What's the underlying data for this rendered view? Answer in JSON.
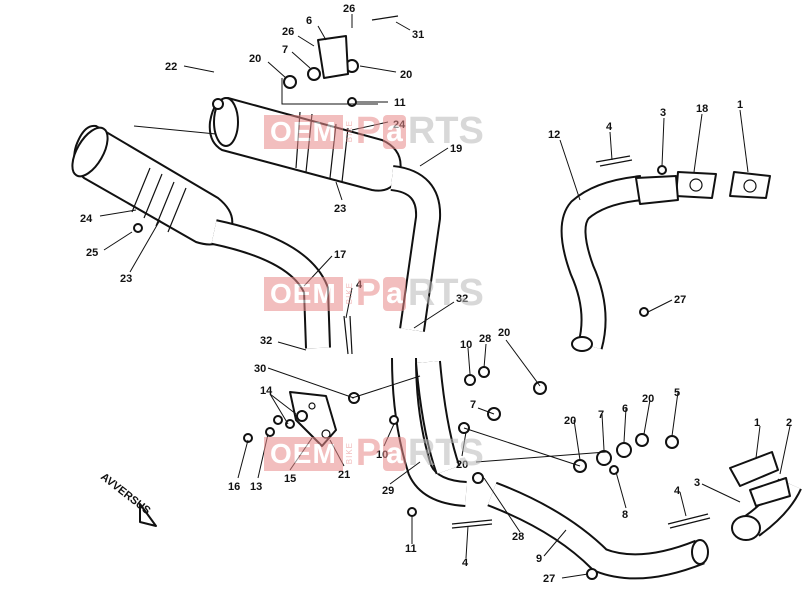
{
  "watermark": {
    "oem": "OEM",
    "bike": "BIKE",
    "p": "P",
    "a": "a",
    "rts": "RTS"
  },
  "direction_label": "AVVERSUS",
  "callouts": [
    {
      "id": "c1",
      "text": "6"
    },
    {
      "id": "c2",
      "text": "26"
    },
    {
      "id": "c3",
      "text": "26"
    },
    {
      "id": "c4",
      "text": "31"
    },
    {
      "id": "c5",
      "text": "20"
    },
    {
      "id": "c6",
      "text": "7"
    },
    {
      "id": "c7",
      "text": "20"
    },
    {
      "id": "c8",
      "text": "22"
    },
    {
      "id": "c9",
      "text": "11"
    },
    {
      "id": "c10",
      "text": "24"
    },
    {
      "id": "c11",
      "text": "19"
    },
    {
      "id": "c12",
      "text": "23"
    },
    {
      "id": "c13",
      "text": "24"
    },
    {
      "id": "c14",
      "text": "25"
    },
    {
      "id": "c15",
      "text": "23"
    },
    {
      "id": "c16",
      "text": "17"
    },
    {
      "id": "c17",
      "text": "4"
    },
    {
      "id": "c18",
      "text": "32"
    },
    {
      "id": "c19",
      "text": "32"
    },
    {
      "id": "c20",
      "text": "12"
    },
    {
      "id": "c21",
      "text": "4"
    },
    {
      "id": "c22",
      "text": "3"
    },
    {
      "id": "c23",
      "text": "18"
    },
    {
      "id": "c24",
      "text": "1"
    },
    {
      "id": "c25",
      "text": "27"
    },
    {
      "id": "c26",
      "text": "30"
    },
    {
      "id": "c27",
      "text": "14"
    },
    {
      "id": "c28",
      "text": "10"
    },
    {
      "id": "c29",
      "text": "28"
    },
    {
      "id": "c30",
      "text": "20"
    },
    {
      "id": "c31",
      "text": "7"
    },
    {
      "id": "c32",
      "text": "10"
    },
    {
      "id": "c33",
      "text": "20"
    },
    {
      "id": "c34",
      "text": "16"
    },
    {
      "id": "c35",
      "text": "13"
    },
    {
      "id": "c36",
      "text": "15"
    },
    {
      "id": "c37",
      "text": "21"
    },
    {
      "id": "c38",
      "text": "29"
    },
    {
      "id": "c39",
      "text": "20"
    },
    {
      "id": "c40",
      "text": "7"
    },
    {
      "id": "c41",
      "text": "6"
    },
    {
      "id": "c42",
      "text": "20"
    },
    {
      "id": "c43",
      "text": "5"
    },
    {
      "id": "c44",
      "text": "8"
    },
    {
      "id": "c45",
      "text": "1"
    },
    {
      "id": "c46",
      "text": "2"
    },
    {
      "id": "c47",
      "text": "3"
    },
    {
      "id": "c48",
      "text": "4"
    },
    {
      "id": "c49",
      "text": "28"
    },
    {
      "id": "c50",
      "text": "11"
    },
    {
      "id": "c51",
      "text": "4"
    },
    {
      "id": "c52",
      "text": "9"
    },
    {
      "id": "c53",
      "text": "27"
    }
  ]
}
